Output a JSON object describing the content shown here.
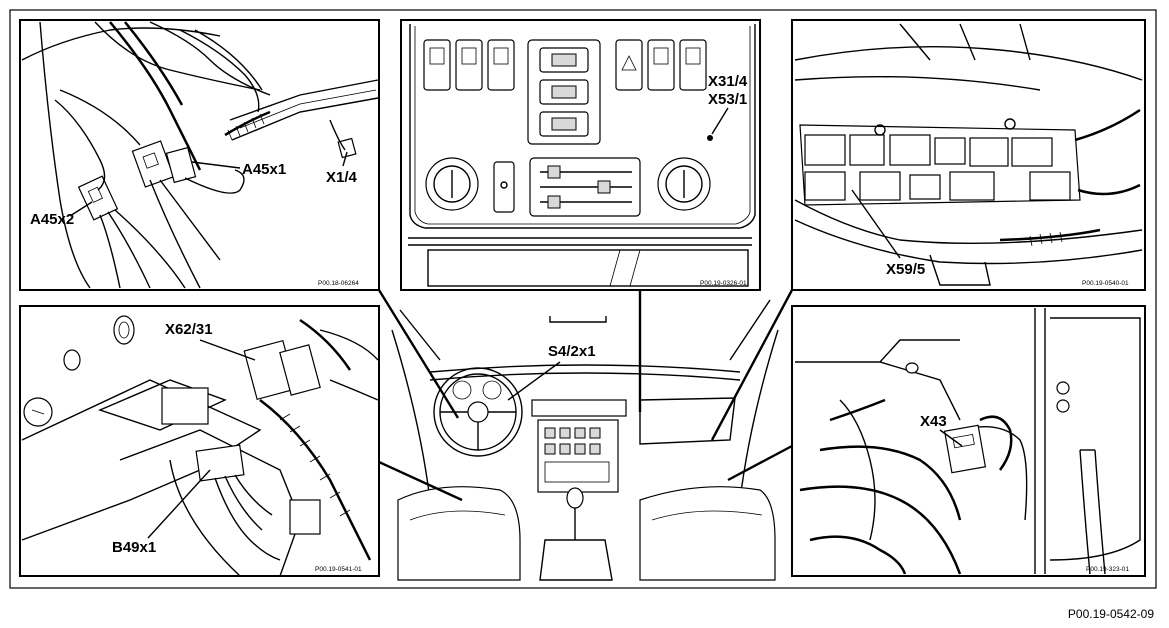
{
  "figure_id": "P00.19-0542-09",
  "panels": [
    {
      "id": "top-left",
      "labels": [
        "A45x1",
        "X1/4",
        "A45x2"
      ],
      "code": "P00.18-06264"
    },
    {
      "id": "top-center",
      "labels": [
        "X31/4",
        "X53/1"
      ],
      "code": "P00.19-0326-01"
    },
    {
      "id": "top-right",
      "labels": [
        "X59/5"
      ],
      "code": "P00.19-0540-01"
    },
    {
      "id": "bottom-left",
      "labels": [
        "X62/31",
        "B49x1"
      ],
      "code": "P00.19-0541-01"
    },
    {
      "id": "bottom-right",
      "labels": [
        "X43"
      ],
      "code": "P00.19-323-01"
    },
    {
      "id": "center",
      "labels": [
        "S4/2x1"
      ]
    }
  ]
}
